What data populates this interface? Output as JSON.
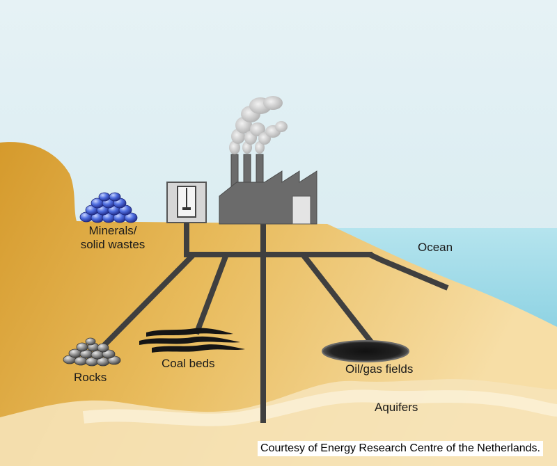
{
  "labels": {
    "minerals": "Minerals/",
    "minerals_line2": "solid wastes",
    "ocean": "Ocean",
    "rocks": "Rocks",
    "coal_beds": "Coal beds",
    "oil_gas": "Oil/gas fields",
    "aquifers": "Aquifers"
  },
  "credit": "Courtesy of Energy Research Centre of the Netherlands.",
  "colors": {
    "sky": "#dcedf2",
    "land_dark": "#dba63e",
    "land_light": "#f3d28e",
    "ocean": "#a9dde9",
    "pipe": "#3f3f3f",
    "factory": "#6b6b6b",
    "minerals": "#4f6ee0",
    "rocks": "#8f8f8f"
  }
}
